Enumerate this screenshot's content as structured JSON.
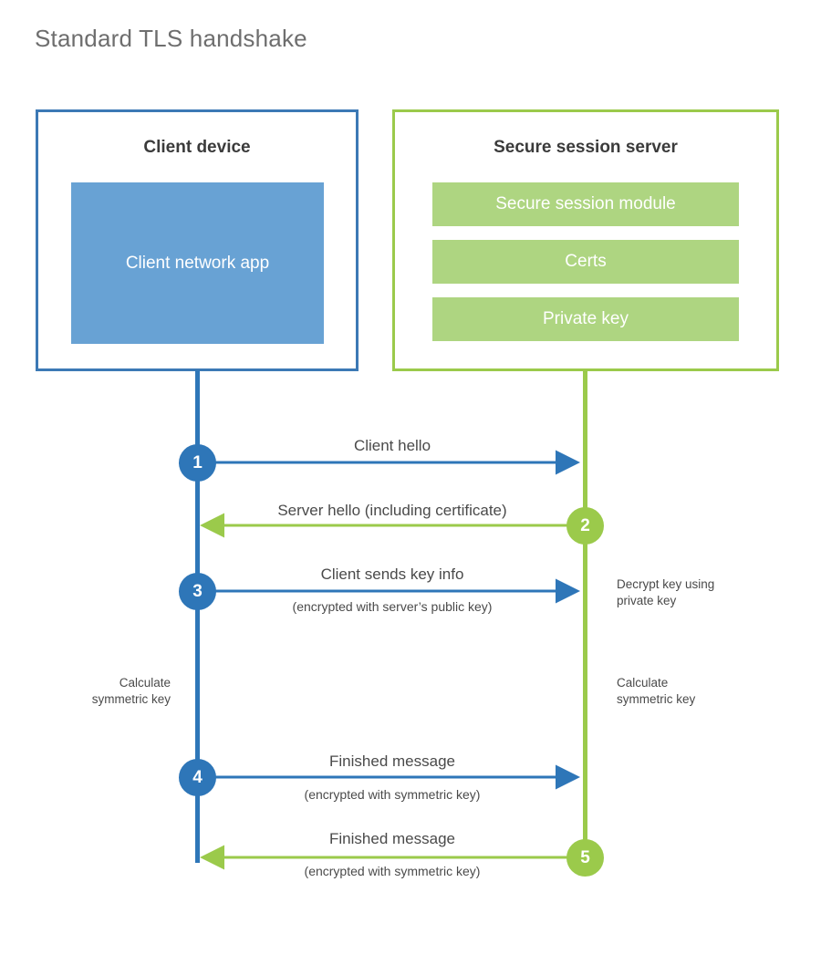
{
  "title": "Standard TLS handshake",
  "colors": {
    "client_border": "#3C79B5",
    "client_fill": "#68A2D4",
    "client_line": "#2E76B8",
    "server_border": "#9BCA4B",
    "server_fill": "#AED581",
    "server_line": "#9BCA4B",
    "title_text": "#6e6e6e",
    "body_text": "#4a4a4a"
  },
  "client": {
    "title": "Client device",
    "app_label": "Client network app"
  },
  "server": {
    "title": "Secure session server",
    "modules": [
      {
        "label": "Secure session module"
      },
      {
        "label": "Certs"
      },
      {
        "label": "Private key"
      }
    ]
  },
  "steps": [
    {
      "number": "1",
      "side": "client",
      "direction": "right",
      "primary": "Client hello",
      "secondary": ""
    },
    {
      "number": "2",
      "side": "server",
      "direction": "left",
      "primary": "Server hello (including certificate)",
      "secondary": ""
    },
    {
      "number": "3",
      "side": "client",
      "direction": "right",
      "primary": "Client sends key info",
      "secondary": "(encrypted with server’s public key)"
    },
    {
      "number": "4",
      "side": "client",
      "direction": "right",
      "primary": "Finished message",
      "secondary": "(encrypted with symmetric key)"
    },
    {
      "number": "5",
      "side": "server",
      "direction": "left",
      "primary": "Finished message",
      "secondary": "(encrypted with symmetric key)"
    }
  ],
  "annotations": {
    "server_decrypt": "Decrypt key using\nprivate key",
    "client_calculate": "Calculate\nsymmetric key",
    "server_calculate": "Calculate\nsymmetric key"
  }
}
